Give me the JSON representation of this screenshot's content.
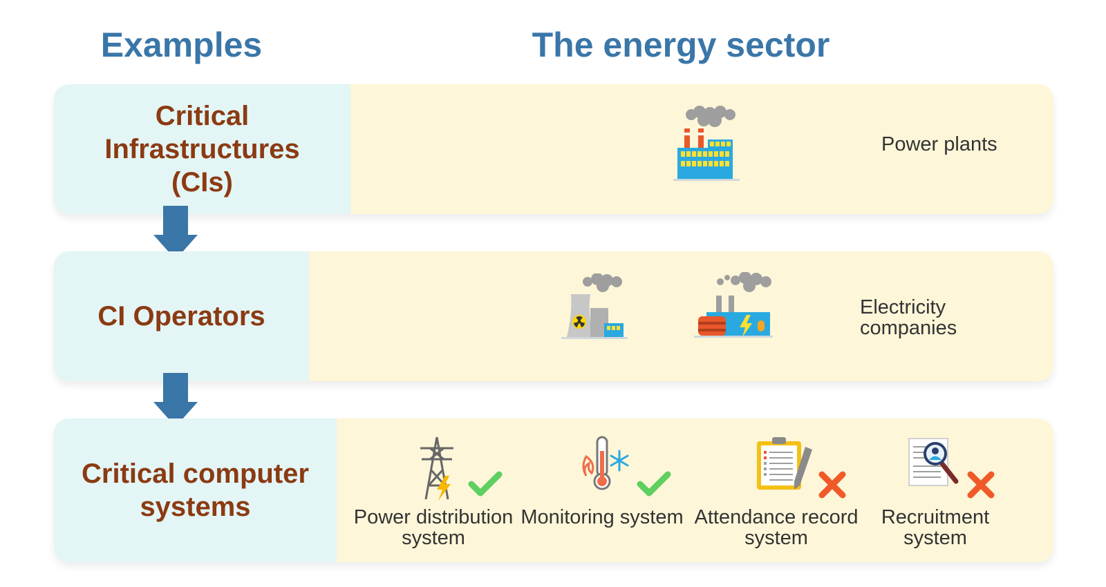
{
  "headers": {
    "left": "Examples",
    "right": "The energy sector"
  },
  "rows": [
    {
      "label": "Critical Infrastructures (CIs)",
      "side_text": "Power plants"
    },
    {
      "label": "CI Operators",
      "side_text": "Electricity companies"
    },
    {
      "label": "Critical computer systems"
    }
  ],
  "systems": [
    {
      "label": "Power distribution system",
      "icon": "power-tower-icon",
      "status": "check"
    },
    {
      "label": "Monitoring system",
      "icon": "thermometer-icon",
      "status": "check"
    },
    {
      "label": "Attendance record system",
      "icon": "clipboard-icon",
      "status": "cross"
    },
    {
      "label": "Recruitment system",
      "icon": "resume-search-icon",
      "status": "cross"
    }
  ],
  "colors": {
    "heading": "#3a76a8",
    "label_text": "#8b3a12",
    "label_bg": "#e3f5f5",
    "content_bg": "#fdf6d8",
    "arrow": "#3a76a8",
    "check": "#5fcf5f",
    "cross": "#f05a28"
  }
}
